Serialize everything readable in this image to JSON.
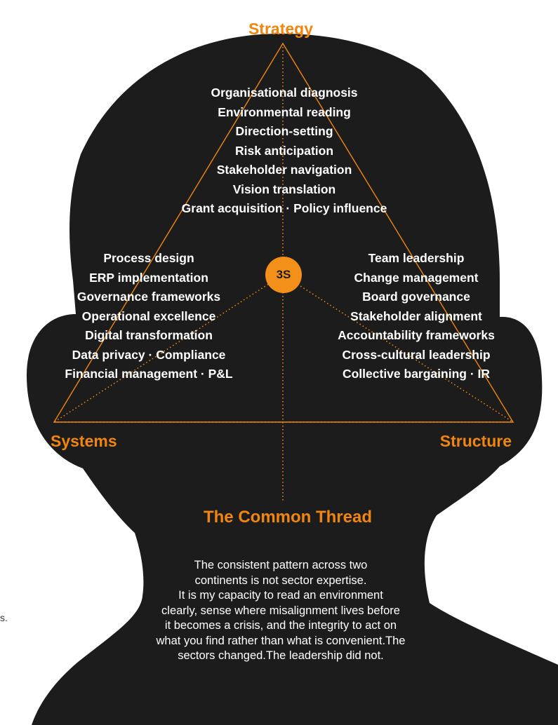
{
  "diagram": {
    "center_badge": "3S",
    "corners": {
      "top": "Strategy",
      "left": "Systems",
      "right": "Structure"
    },
    "strategy_items": [
      "Organisational diagnosis",
      "Environmental reading",
      "Direction-setting",
      "Risk anticipation",
      "Stakeholder navigation",
      "Vision translation",
      "Grant acquisition · Policy influence"
    ],
    "systems_items": [
      "Process design",
      "ERP implementation",
      "Governance frameworks",
      "Operational excellence",
      "Digital transformation",
      "Data privacy · Compliance",
      "Financial management · P&L"
    ],
    "structure_items": [
      "Team leadership",
      "Change management",
      "Board governance",
      "Stakeholder alignment",
      "Accountability frameworks",
      "Cross-cultural leadership",
      "Collective bargaining · IR"
    ],
    "thread_title": "The Common Thread",
    "thread_lines": [
      "The consistent pattern across two",
      "continents is not sector expertise.",
      "It is my capacity to read an environment",
      "clearly, sense where misalignment lives before",
      "it becomes a crisis, and the integrity to act on",
      "what you find rather than what is convenient.The",
      "sectors changed.The leadership did not."
    ],
    "edge_fragment": "s.",
    "colors": {
      "silhouette": "#1c1c1c",
      "accent": "#f0860f",
      "badge": "#f39019",
      "text": "#ffffff"
    }
  }
}
